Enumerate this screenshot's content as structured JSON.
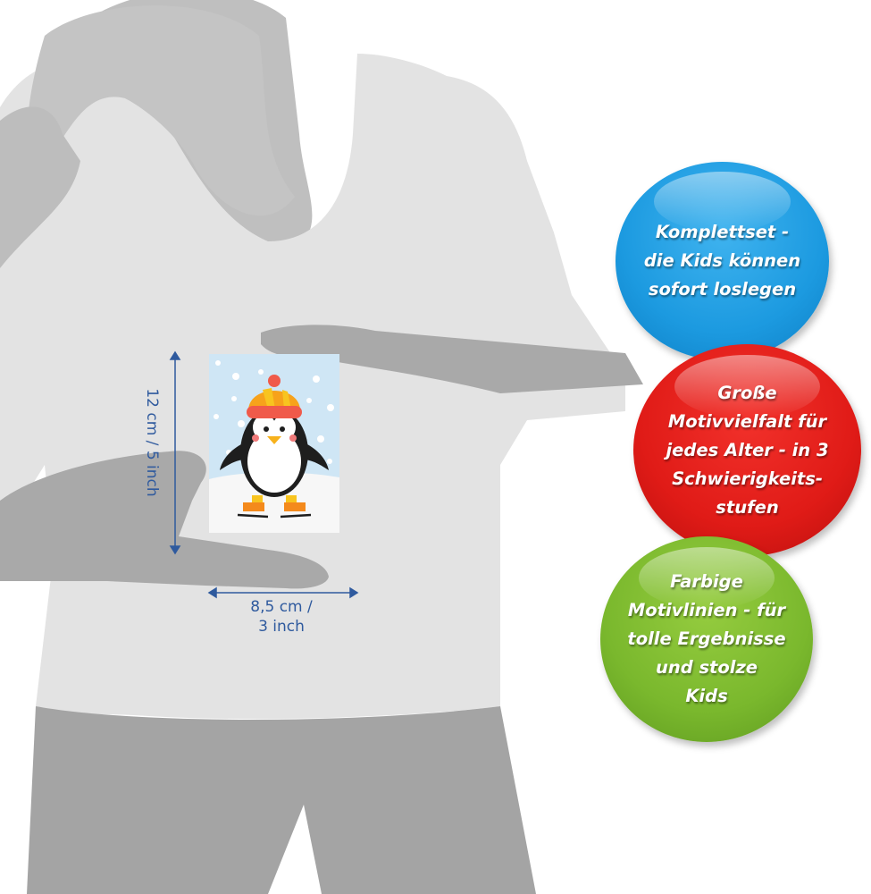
{
  "product_card": {
    "motif": "penguin-on-ice-skates",
    "colors": {
      "sky": "#cfe6f5",
      "snow": "#f7f7f7",
      "penguin_body": "#1e1e1e",
      "belly": "#ffffff",
      "hat_band": "#f05a4a",
      "hat_top": "#f7a21b",
      "beak": "#f7b21c",
      "skates": "#f48a1c"
    }
  },
  "dimensions": {
    "height_label": "12 cm / 5 inch",
    "width_line1": "8,5 cm /",
    "width_line2": "3 inch",
    "color": "#2f5a9e"
  },
  "features": [
    {
      "color": "#1c9ae0",
      "lines": [
        "Komplettset -",
        "die Kids können",
        "sofort loslegen"
      ]
    },
    {
      "color": "#e01b17",
      "lines": [
        "Große",
        "Motivvielfalt für",
        "jedes Alter - in 3",
        "Schwierigkeits-",
        "stufen"
      ]
    },
    {
      "color": "#7ab82d",
      "lines": [
        "Farbige",
        "Motivlinien - für",
        "tolle Ergebnisse",
        "und stolze",
        "Kids"
      ]
    }
  ],
  "silhouette": {
    "shirt_color": "#e3e3e3",
    "skin_color": "#a9a9a9",
    "hair_color": "#bfbfbf",
    "pants_color": "#a4a4a4"
  }
}
